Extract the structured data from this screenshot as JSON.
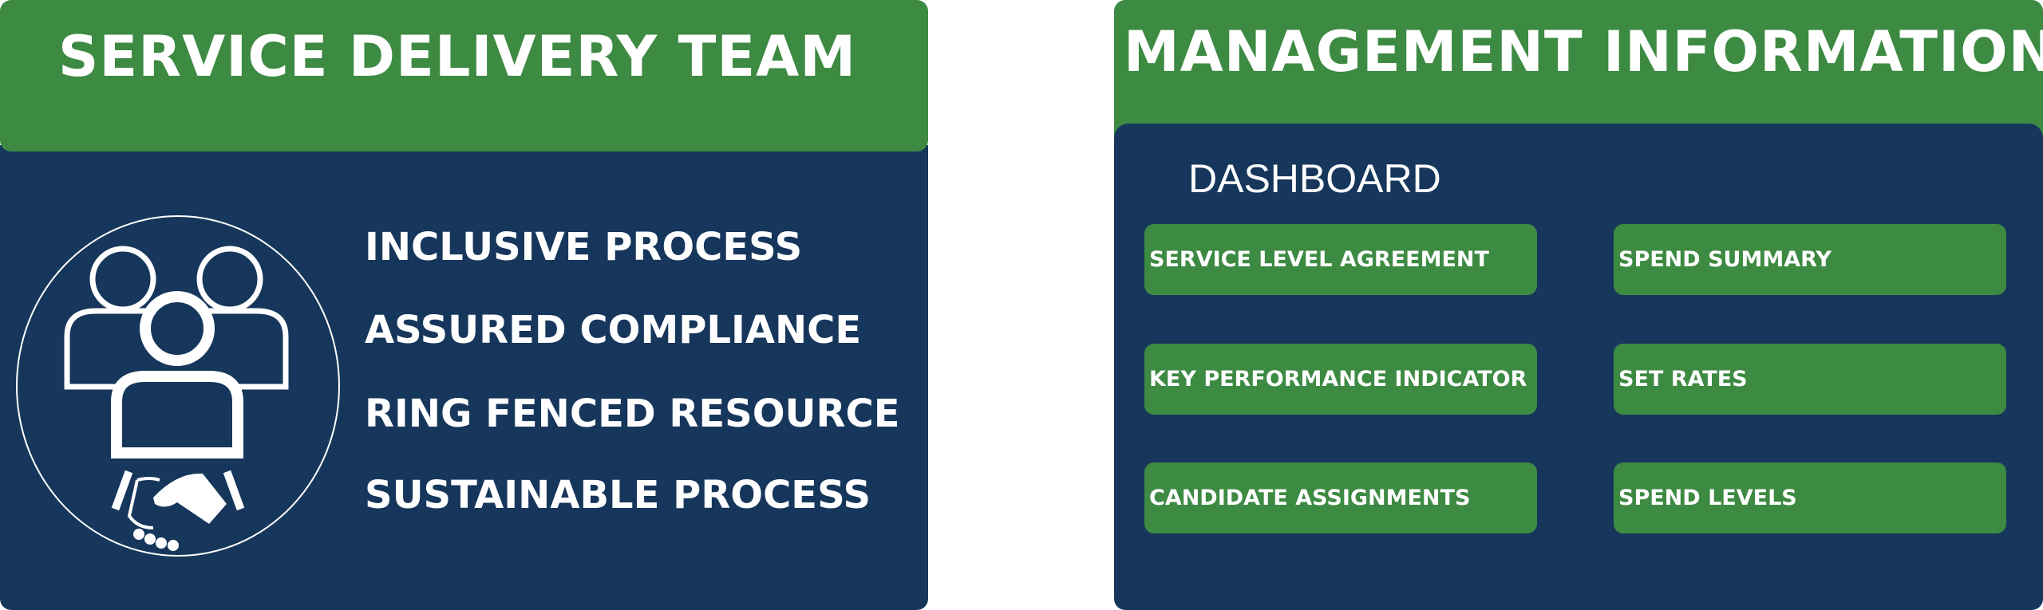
{
  "colors": {
    "green": "#3d8a42",
    "navy": "#16365c"
  },
  "service_delivery": {
    "title": "SERVICE DELIVERY TEAM",
    "icon": "team-handshake-icon",
    "items": [
      "INCLUSIVE PROCESS",
      "ASSURED COMPLIANCE",
      "RING FENCED RESOURCE",
      "SUSTAINABLE PROCESS"
    ]
  },
  "management": {
    "title": "MANAGEMENT INFORMATION",
    "dashboard_label": "DASHBOARD",
    "buttons": [
      "SERVICE LEVEL AGREEMENT",
      "SPEND SUMMARY",
      "KEY PERFORMANCE INDICATOR",
      "SET RATES",
      "CANDIDATE ASSIGNMENTS",
      "SPEND LEVELS"
    ]
  }
}
